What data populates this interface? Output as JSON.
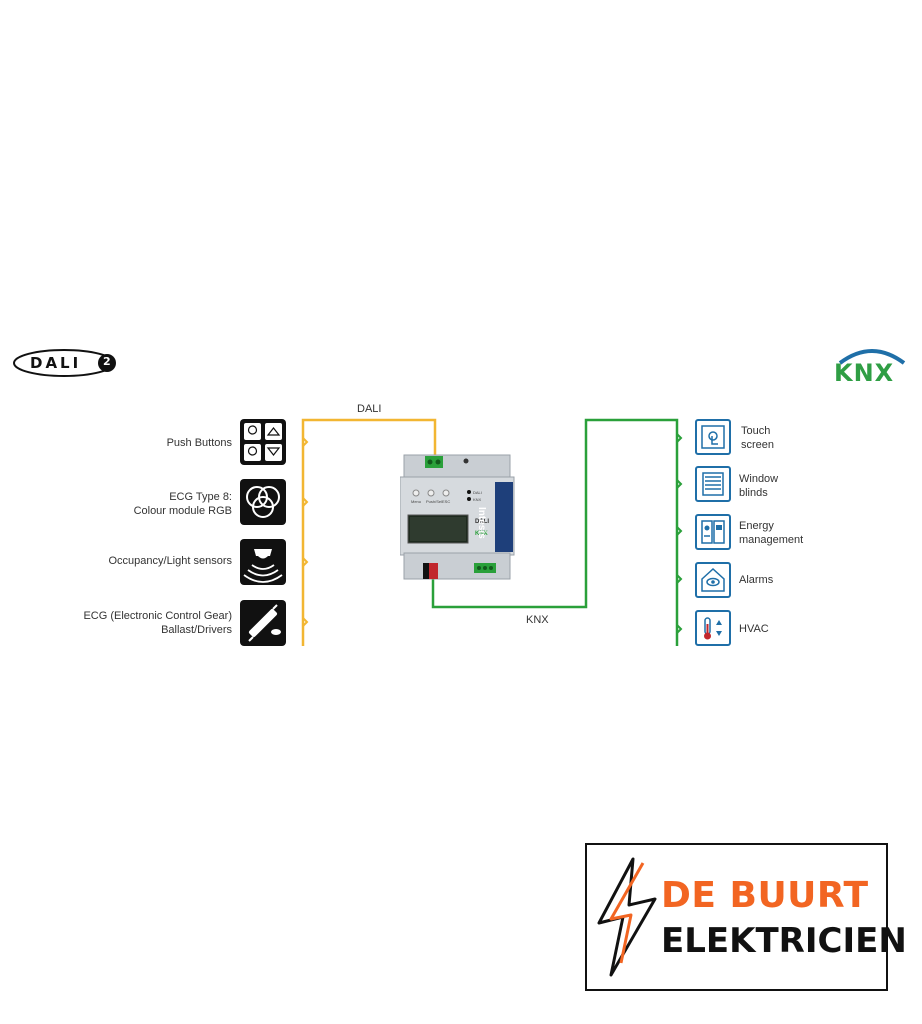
{
  "logos": {
    "dali": {
      "text": "DALI",
      "version": "2"
    },
    "knx": {
      "text": "KNX"
    }
  },
  "bus_labels": {
    "dali": "DALI",
    "knx": "KNX"
  },
  "dali_devices": [
    {
      "label": "Push Buttons",
      "icon": "push-buttons-icon"
    },
    {
      "label_line1": "ECG Type 8:",
      "label_line2": "Colour module RGB",
      "icon": "rgb-color-icon"
    },
    {
      "label": "Occupancy/Light sensors",
      "icon": "occupancy-sensor-icon"
    },
    {
      "label_line1": "ECG (Electronic Control Gear)",
      "label_line2": "Ballast/Drivers",
      "icon": "ballast-driver-icon"
    }
  ],
  "knx_devices": [
    {
      "label_line1": "Touch",
      "label_line2": "screen",
      "icon": "touch-screen-icon"
    },
    {
      "label_line1": "Window",
      "label_line2": "blinds",
      "icon": "window-blinds-icon"
    },
    {
      "label_line1": "Energy",
      "label_line2": "management",
      "icon": "energy-management-icon"
    },
    {
      "label": "Alarms",
      "icon": "alarm-icon"
    },
    {
      "label": "HVAC",
      "icon": "hvac-icon"
    }
  ],
  "gateway": {
    "brand": "Intesis",
    "dali_mark": "DALI",
    "knx_mark": "KNX",
    "button_labels": [
      "Menu",
      "Push/Sel",
      "ESC"
    ],
    "led_labels": [
      "DALI",
      "KNX"
    ]
  },
  "brand": {
    "line1": "DE BUURT",
    "line2": "ELEKTRICIEN"
  },
  "colors": {
    "dali_line": "#f2b632",
    "knx_line": "#2aa03a",
    "knx_icon": "#1f6fa8",
    "brand_orange": "#f26522"
  }
}
